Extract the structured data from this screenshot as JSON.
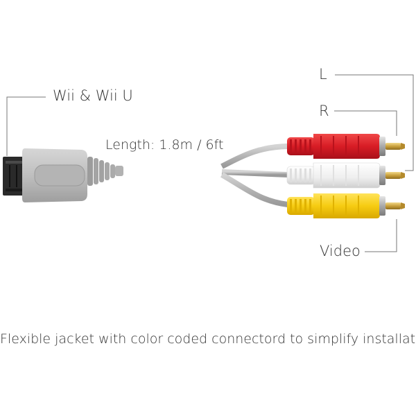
{
  "labels": {
    "console": "Wii & Wii U",
    "length": "Length: 1.8m / 6ft",
    "left_audio": "L",
    "right_audio": "R",
    "video": "Video"
  },
  "caption": "Flexible jacket with color coded connectord to simplify installation",
  "colors": {
    "background": "#ffffff",
    "cable": "#bdbdbd",
    "connector_gray": "#c6c6c6",
    "plug_dark": "#2a2a2a",
    "red": "#e0202a",
    "white": "#f4f4f4",
    "yellow": "#f8cf1a",
    "gold": "#d9b24a",
    "leader_line": "#777777",
    "text": "#333333"
  }
}
